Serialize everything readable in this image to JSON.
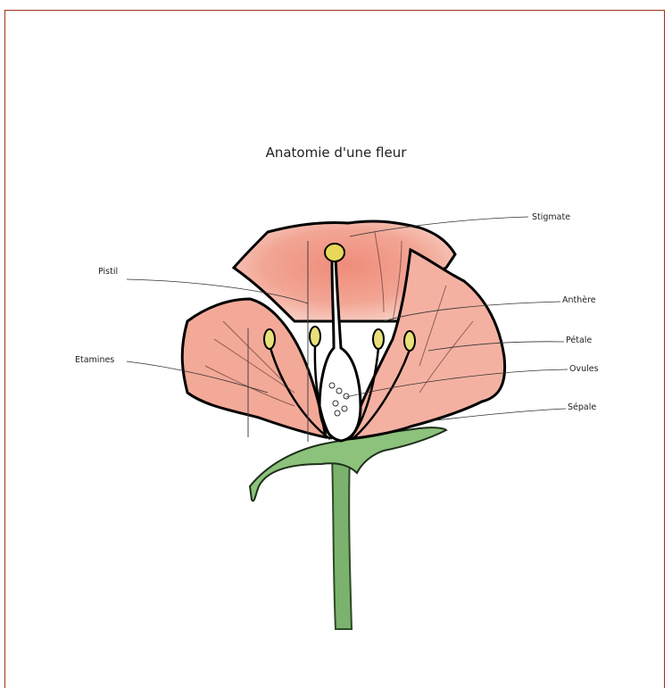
{
  "title": "Anatomie d'une fleur",
  "labels": {
    "stigmate": "Stigmate",
    "pistil": "Pistil",
    "anthere": "Anthère",
    "petale": "Pétale",
    "etamines": "Etamines",
    "ovules": "Ovules",
    "sepale": "Sépale"
  },
  "colors": {
    "frame": "#a0341c",
    "petal": "#ef9a88",
    "petal_light": "#f7c4b6",
    "stem": "#7bb36e",
    "anther": "#e8e07a",
    "ink": "#111111"
  }
}
